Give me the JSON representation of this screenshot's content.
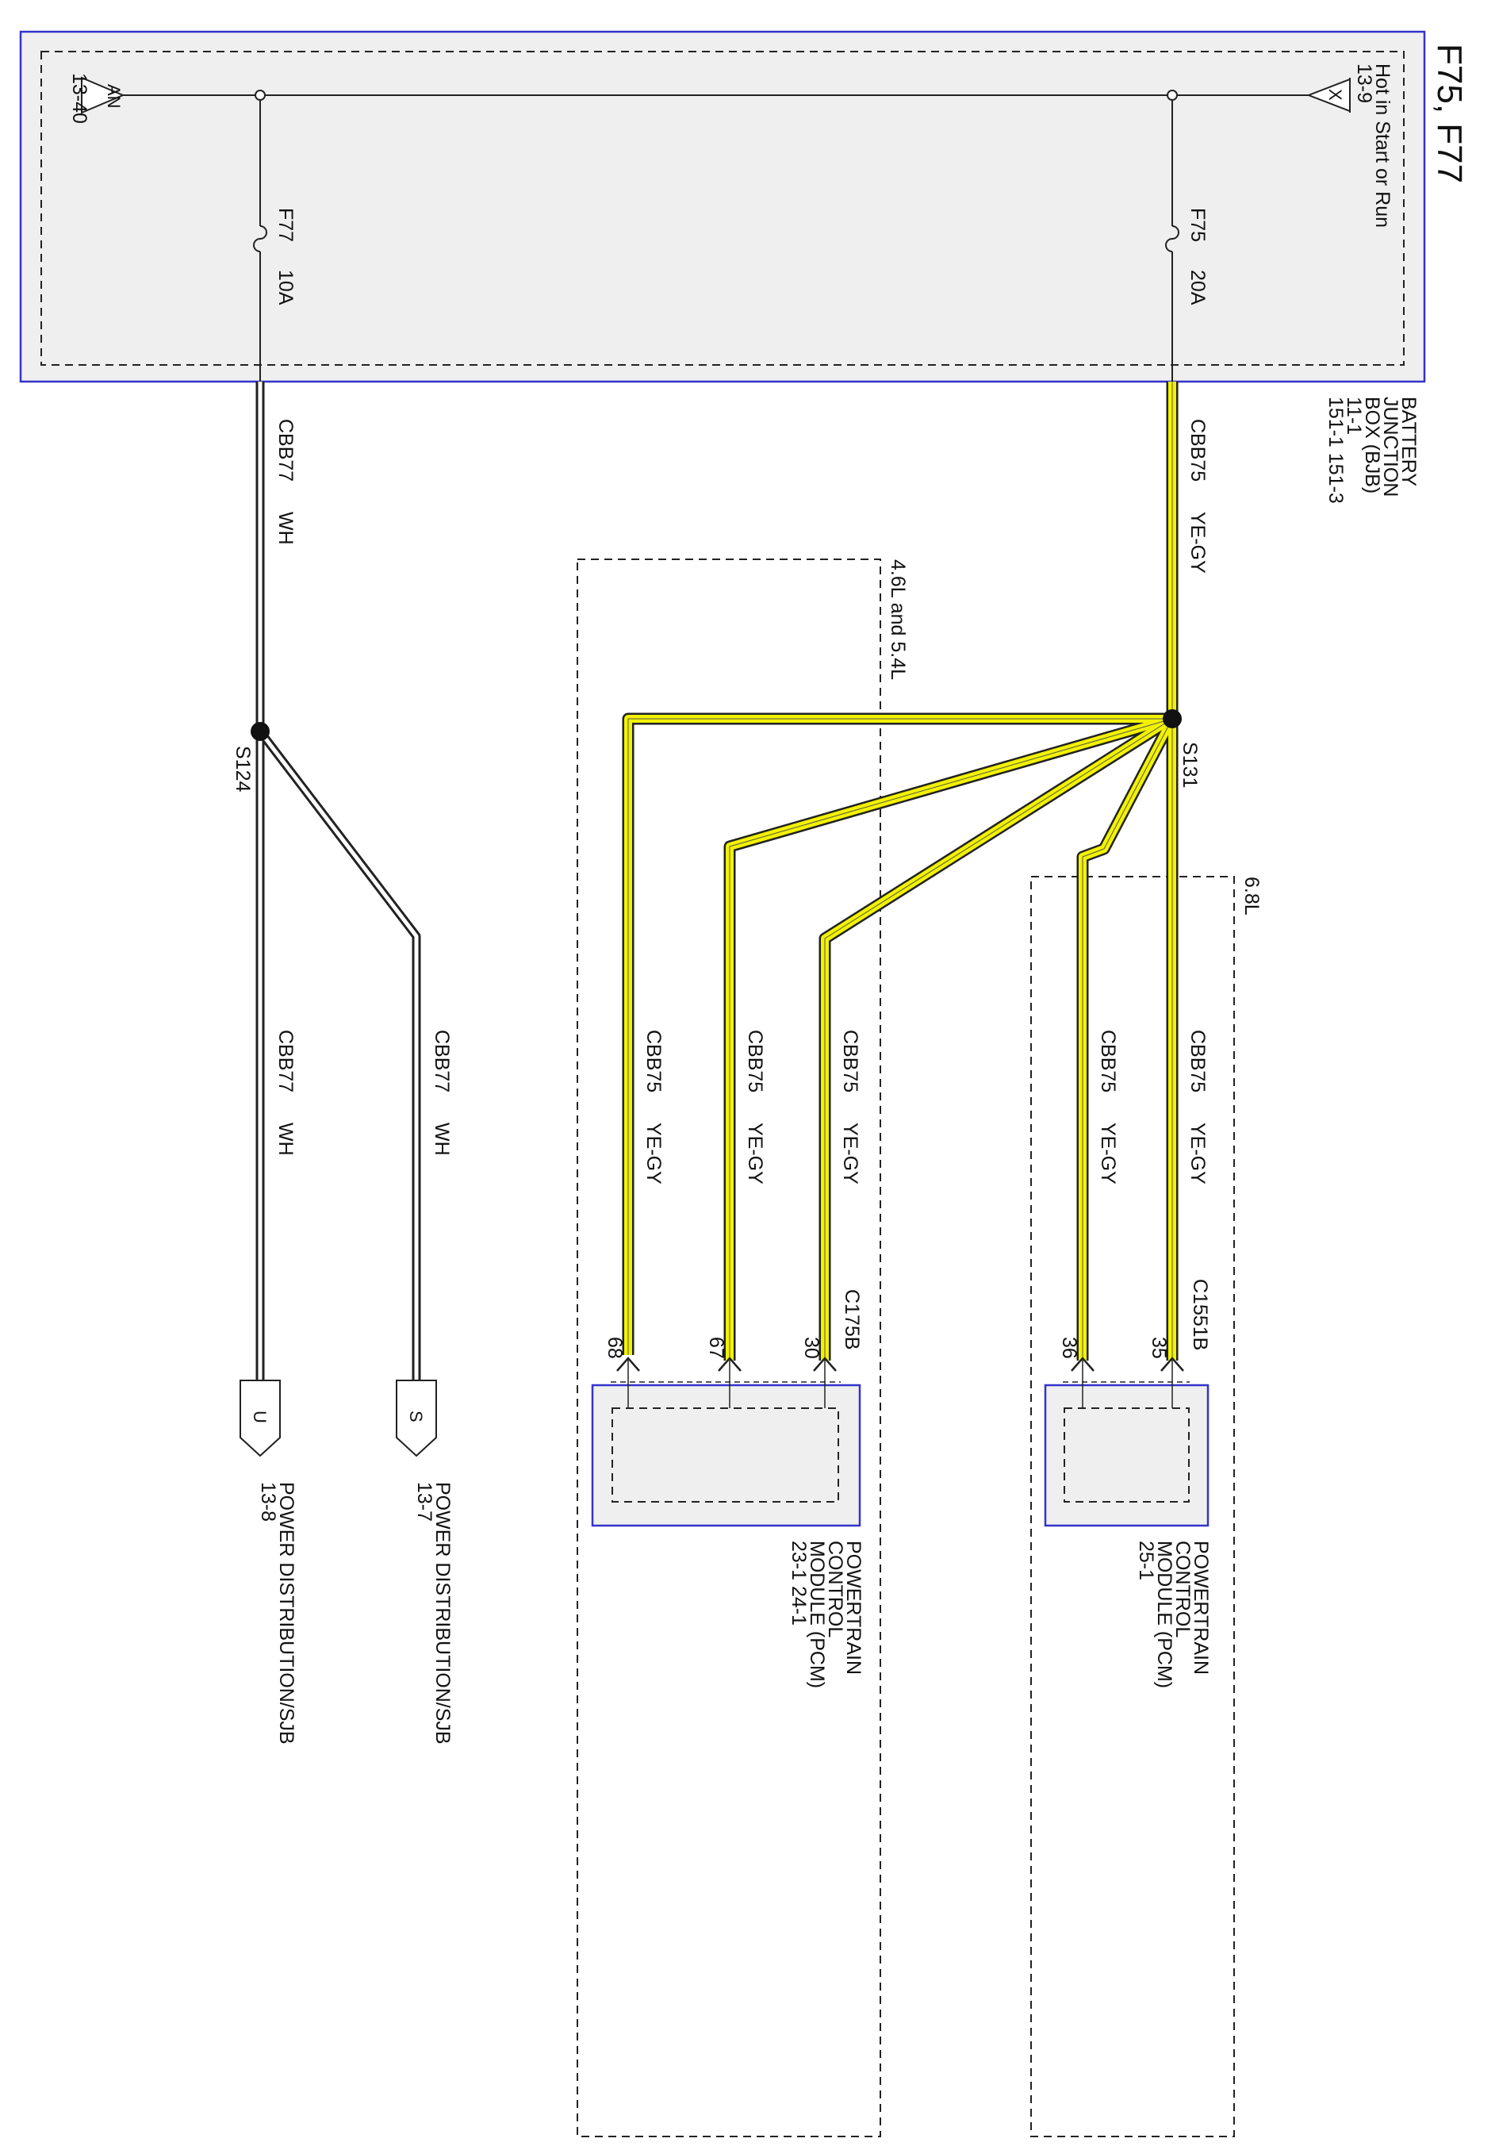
{
  "title": "F75, F77",
  "bjb": {
    "name": [
      "BATTERY",
      "JUNCTION",
      "BOX (BJB)"
    ],
    "refs": [
      "11-1",
      "151-1  151-3"
    ],
    "hot_label": "Hot in Start or Run",
    "x_ref": "13-9",
    "x_flag": "X",
    "an_ref": "13-40",
    "an_flag": "AN",
    "fuse_f75": {
      "name": "F75",
      "rating": "20A"
    },
    "fuse_f77": {
      "name": "F77",
      "rating": "10A"
    }
  },
  "wires": {
    "cbb75": {
      "circuit": "CBB75",
      "color": "YE-GY"
    },
    "cbb77": {
      "circuit": "CBB77",
      "color": "WH"
    }
  },
  "splices": {
    "s131": "S131",
    "s124": "S124"
  },
  "variants": {
    "v68": "6.8L",
    "v46": "4.6L and 5.4L"
  },
  "connectors": {
    "c1551b": "C1551B",
    "c175b": "C175B"
  },
  "pins": {
    "p35": "35",
    "p36": "36",
    "p30": "30",
    "p67": "67",
    "p68": "68"
  },
  "pcm_upper": {
    "name": [
      "POWERTRAIN",
      "CONTROL",
      "MODULE (PCM)"
    ],
    "refs": "25-1"
  },
  "pcm_lower": {
    "name": [
      "POWERTRAIN",
      "CONTROL",
      "MODULE (PCM)"
    ],
    "refs": "23-1      24-1"
  },
  "dest_s": {
    "flag": "S",
    "name": "POWER DISTRIBUTION/SJB",
    "ref": "13-7"
  },
  "dest_u": {
    "flag": "U",
    "name": "POWER DISTRIBUTION/SJB",
    "ref": "13-8"
  },
  "colors": {
    "wire_yellow": "#f2f200",
    "wire_outline": "#222222",
    "box_border": "#3333cc",
    "box_fill": "#efefef"
  }
}
